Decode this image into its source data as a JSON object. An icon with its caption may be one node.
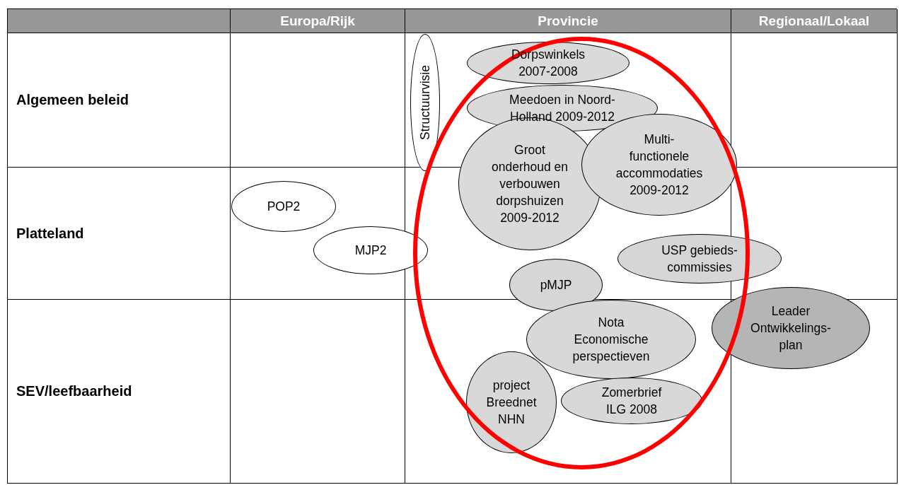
{
  "diagram": {
    "nodes": [
      {
        "text": [
          "Structuurvisie"
        ]
      },
      {
        "text": [
          "Dorpswinkels 2007-2008"
        ],
        "in": 13
      },
      {
        "text": [
          "Meedoen in Noord-Holland 2009-2012"
        ],
        "in": 13
      },
      {
        "text": [
          "Groot onderhoud en verbouwen dorpshuizen 2009-2012"
        ],
        "in": 13
      },
      {
        "text": [
          "Multi-functionele accommodaties 2009-2012"
        ],
        "in": 13
      },
      {
        "text": [
          "POP2"
        ]
      },
      {
        "text": [
          "MJP2"
        ]
      },
      {
        "text": [
          "USP gebieds-commissies"
        ]
      },
      {
        "text": [
          "pMJP"
        ],
        "in": 13
      },
      {
        "text": [
          "Leader Ontwikkelings-plan"
        ]
      },
      {
        "text": [
          "Nota Economische perspectieven"
        ],
        "in": 13
      },
      {
        "text": [
          "project Breednet NHN"
        ],
        "in": 13
      },
      {
        "text": [
          "Zomerbrief ILG 2008"
        ],
        "in": 13
      },
      {
        "text": [],
        "shape": "ellipse"
      }
    ],
    "labels": [
      "Europa/Rijk",
      "Provincie",
      "Regionaal/Lokaal",
      "Algemeen beleid",
      "Platteland",
      "SEV/leefbaarheid"
    ]
  }
}
